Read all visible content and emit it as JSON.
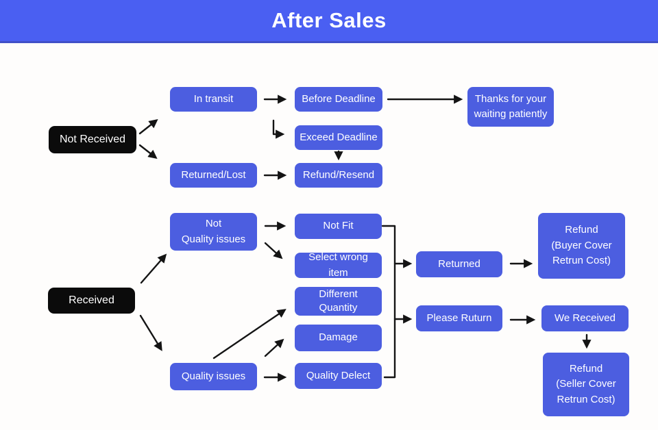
{
  "header": {
    "title": "After Sales"
  },
  "colors": {
    "header_bg": "#4a5ff2",
    "header_edge": "#4150c8",
    "node_blue": "#4c5ee0",
    "node_black": "#0b0b0b",
    "node_text": "#ffffff",
    "arrow": "#141414",
    "page_bg": "#fefdfc"
  },
  "nodes": {
    "not_received": {
      "label": "Not Received"
    },
    "in_transit": {
      "label": "In transit"
    },
    "before_deadline": {
      "label": "Before Deadline"
    },
    "thanks_waiting": {
      "label": "Thanks for your\nwaiting patiently"
    },
    "exceed_deadline": {
      "label": "Exceed Deadline"
    },
    "returned_lost": {
      "label": "Returned/Lost"
    },
    "refund_resend": {
      "label": "Refund/Resend"
    },
    "received": {
      "label": "Received"
    },
    "not_quality_issues": {
      "label": "Not\nQuality issues"
    },
    "not_fit": {
      "label": "Not Fit"
    },
    "select_wrong_item": {
      "label": "Select wrong item"
    },
    "different_quantity": {
      "label": "Different\nQuantity"
    },
    "damage": {
      "label": "Damage"
    },
    "quality_issues": {
      "label": "Quality issues"
    },
    "quality_delect": {
      "label": "Quality Delect"
    },
    "returned": {
      "label": "Returned"
    },
    "refund_buyer": {
      "label": "Refund\n(Buyer Cover\nRetrun Cost)"
    },
    "please_ruturn": {
      "label": "Please Ruturn"
    },
    "we_received": {
      "label": "We Received"
    },
    "refund_seller": {
      "label": "Refund\n(Seller Cover\nRetrun Cost)"
    }
  }
}
